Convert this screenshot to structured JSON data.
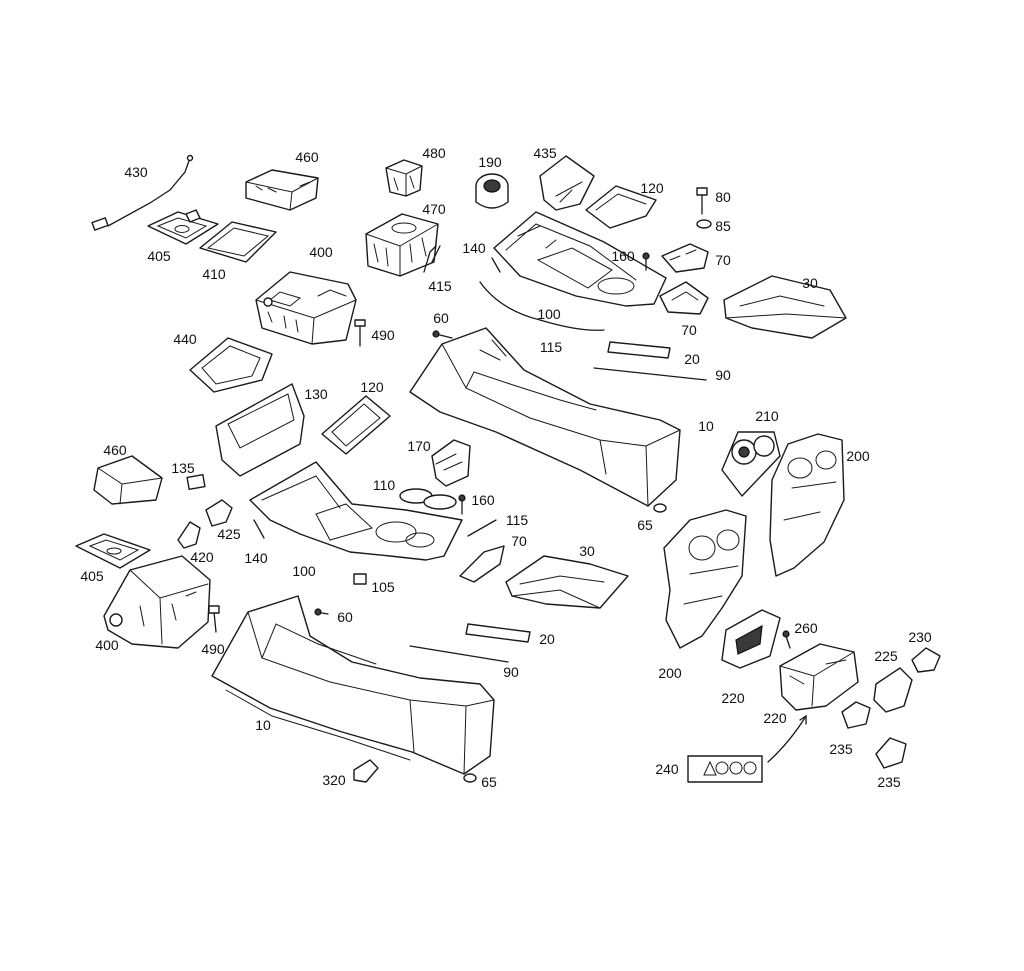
{
  "callouts": [
    {
      "id": "c430",
      "text": "430"
    },
    {
      "id": "c460a",
      "text": "460"
    },
    {
      "id": "c480",
      "text": "480"
    },
    {
      "id": "c190",
      "text": "190"
    },
    {
      "id": "c435",
      "text": "435"
    },
    {
      "id": "c120a",
      "text": "120"
    },
    {
      "id": "c80",
      "text": "80"
    },
    {
      "id": "c470",
      "text": "470"
    },
    {
      "id": "c85",
      "text": "85"
    },
    {
      "id": "c405a",
      "text": "405"
    },
    {
      "id": "c410",
      "text": "410"
    },
    {
      "id": "c140a",
      "text": "140"
    },
    {
      "id": "c160a",
      "text": "160"
    },
    {
      "id": "c70a",
      "text": "70"
    },
    {
      "id": "c400a",
      "text": "400"
    },
    {
      "id": "c415",
      "text": "415"
    },
    {
      "id": "c30a",
      "text": "30"
    },
    {
      "id": "c100a",
      "text": "100"
    },
    {
      "id": "c70b",
      "text": "70"
    },
    {
      "id": "c490a",
      "text": "490"
    },
    {
      "id": "c60a",
      "text": "60"
    },
    {
      "id": "c115a",
      "text": "115"
    },
    {
      "id": "c440",
      "text": "440"
    },
    {
      "id": "c20a",
      "text": "20"
    },
    {
      "id": "c90a",
      "text": "90"
    },
    {
      "id": "c130",
      "text": "130"
    },
    {
      "id": "c120b",
      "text": "120"
    },
    {
      "id": "c10a",
      "text": "10"
    },
    {
      "id": "c210",
      "text": "210"
    },
    {
      "id": "c170",
      "text": "170"
    },
    {
      "id": "c460b",
      "text": "460"
    },
    {
      "id": "c200a",
      "text": "200"
    },
    {
      "id": "c135",
      "text": "135"
    },
    {
      "id": "c110",
      "text": "110"
    },
    {
      "id": "c160b",
      "text": "160"
    },
    {
      "id": "c65a",
      "text": "65"
    },
    {
      "id": "c425",
      "text": "425"
    },
    {
      "id": "c115b",
      "text": "115"
    },
    {
      "id": "c420",
      "text": "420"
    },
    {
      "id": "c70c",
      "text": "70"
    },
    {
      "id": "c140b",
      "text": "140"
    },
    {
      "id": "c30b",
      "text": "30"
    },
    {
      "id": "c405b",
      "text": "405"
    },
    {
      "id": "c100b",
      "text": "100"
    },
    {
      "id": "c105",
      "text": "105"
    },
    {
      "id": "c60b",
      "text": "60"
    },
    {
      "id": "c200b",
      "text": "200"
    },
    {
      "id": "c20b",
      "text": "20"
    },
    {
      "id": "c260",
      "text": "260"
    },
    {
      "id": "c230",
      "text": "230"
    },
    {
      "id": "c400b",
      "text": "400"
    },
    {
      "id": "c490b",
      "text": "490"
    },
    {
      "id": "c90b",
      "text": "90"
    },
    {
      "id": "c225",
      "text": "225"
    },
    {
      "id": "c220a",
      "text": "220"
    },
    {
      "id": "c220b",
      "text": "220"
    },
    {
      "id": "c10b",
      "text": "10"
    },
    {
      "id": "c235a",
      "text": "235"
    },
    {
      "id": "c240",
      "text": "240"
    },
    {
      "id": "c320",
      "text": "320"
    },
    {
      "id": "c65b",
      "text": "65"
    },
    {
      "id": "c235b",
      "text": "235"
    }
  ]
}
